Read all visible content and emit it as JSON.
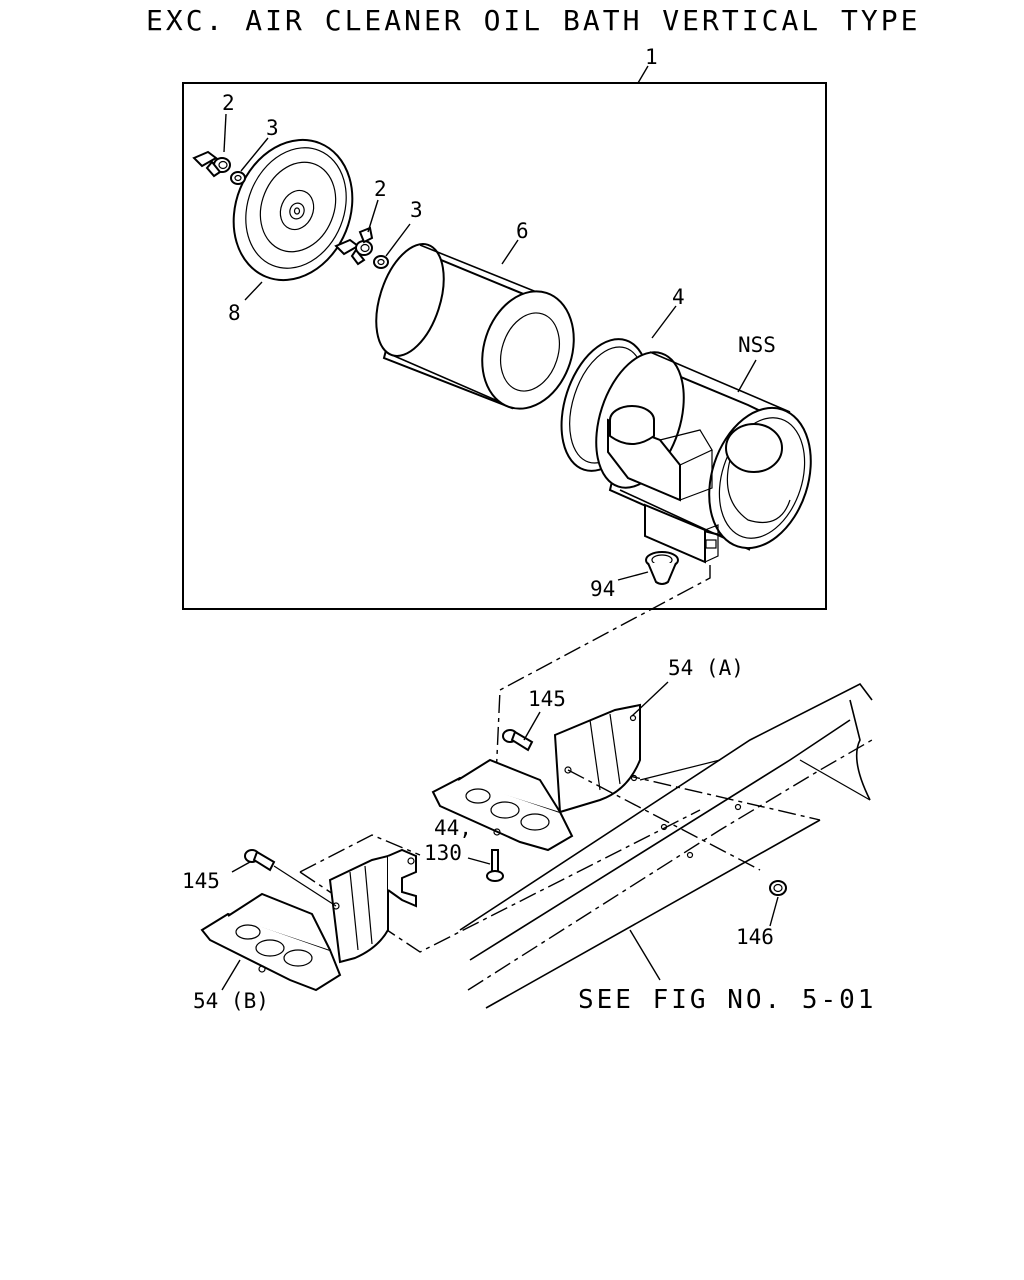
{
  "title": "EXC. AIR CLEANER OIL BATH VERTICAL TYPE",
  "callouts": {
    "assembly": "1",
    "wing_nut_left": "2",
    "washer_left": "3",
    "wing_nut_right": "2",
    "washer_right": "3",
    "filter_element": "6",
    "cover": "8",
    "seal_ring": "4",
    "body": "NSS",
    "drain_cup": "94",
    "bracket_a": "54 (A)",
    "bolt_upper": "145",
    "bolt_44": "44,",
    "bolt_130": "130",
    "bolt_lower": "145",
    "nut": "146",
    "bracket_b": "54 (B)"
  },
  "reference": "SEE FIG NO. 5-01"
}
